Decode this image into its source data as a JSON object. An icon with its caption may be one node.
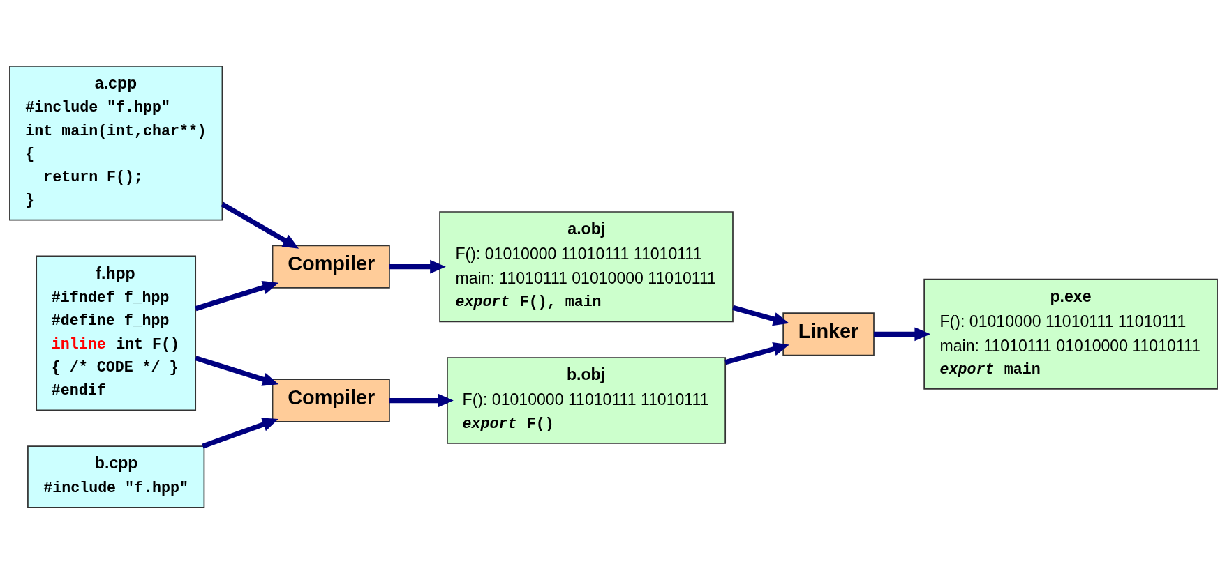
{
  "diagram": {
    "nodes": [
      {
        "text": [
          "a.cpp",
          "#include \"f.hpp\"",
          "int main(int,char**)",
          "{",
          "  return F();",
          "}"
        ]
      },
      {
        "text": [
          "Compiler"
        ]
      },
      {
        "text": [
          "a.obj",
          "F(): 01010000 11010111 11010111",
          "main: 11010111 01010000 11010111",
          "export F(), main"
        ]
      },
      {
        "text": [
          "f.hpp",
          "#ifndef f_hpp",
          "#define f_hpp",
          "inline int F()",
          "{ /* CODE */ }",
          "#endif"
        ]
      },
      {
        "text": [
          "Linker"
        ]
      },
      {
        "text": [
          "p.exe",
          "F(): 01010000 11010111 11010111",
          "main: 11010111 01010000 11010111",
          "export main"
        ]
      },
      {
        "text": [
          "b.cpp",
          "#include \"f.hpp\""
        ]
      },
      {
        "text": [
          "Compiler"
        ]
      },
      {
        "text": [
          "b.obj",
          "F(): 01010000 11010111 11010111",
          "export F()"
        ]
      }
    ],
    "edges": [
      {
        "from": 0,
        "to": 1,
        "arrow": "to"
      },
      {
        "from": 3,
        "to": 1,
        "arrow": "to"
      },
      {
        "from": 1,
        "to": 2,
        "arrow": "to"
      },
      {
        "from": 2,
        "to": 4,
        "arrow": "to"
      },
      {
        "from": 3,
        "to": 7,
        "arrow": "to"
      },
      {
        "from": 6,
        "to": 7,
        "arrow": "to"
      },
      {
        "from": 7,
        "to": 8,
        "arrow": "to"
      },
      {
        "from": 8,
        "to": 4,
        "arrow": "to"
      },
      {
        "from": 4,
        "to": 5,
        "arrow": "to"
      }
    ]
  }
}
